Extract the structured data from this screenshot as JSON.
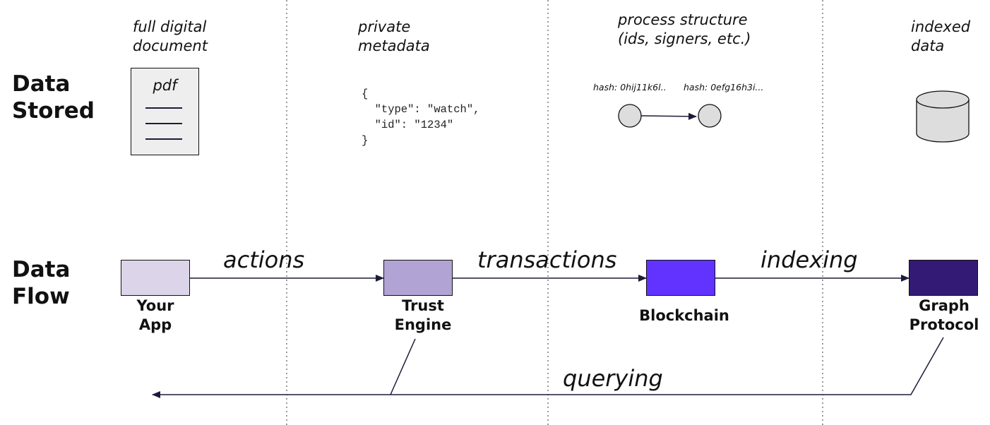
{
  "rows": {
    "stored_title": "Data\nStored",
    "flow_title": "Data\nFlow"
  },
  "columns": [
    {
      "caption": "full digital\ndocument"
    },
    {
      "caption": "private\nmetadata"
    },
    {
      "caption": "process structure\n(ids, signers, etc.)"
    },
    {
      "caption": "indexed\ndata"
    }
  ],
  "pdf_doc": {
    "label": "pdf"
  },
  "metadata_json": "{\n  \"type\": \"watch\",\n  \"id\": \"1234\"\n}",
  "process": {
    "hash_a": "hash: 0hij11k6l..",
    "hash_b": "hash: 0efg16h3i..."
  },
  "flow": {
    "nodes": [
      {
        "label": "Your\nApp",
        "color": "#dcd5ea"
      },
      {
        "label": "Trust\nEngine",
        "color": "#b1a4d4"
      },
      {
        "label": "Blockchain",
        "color": "#6233ff"
      },
      {
        "label": "Graph\nProtocol",
        "color": "#331a75"
      }
    ],
    "edges": [
      {
        "label": "actions"
      },
      {
        "label": "transactions"
      },
      {
        "label": "indexing"
      }
    ],
    "return_label": "querying"
  },
  "colors": {
    "line": "#1c1c3a",
    "divider": "#666666",
    "fill_gray": "#dddddd"
  }
}
